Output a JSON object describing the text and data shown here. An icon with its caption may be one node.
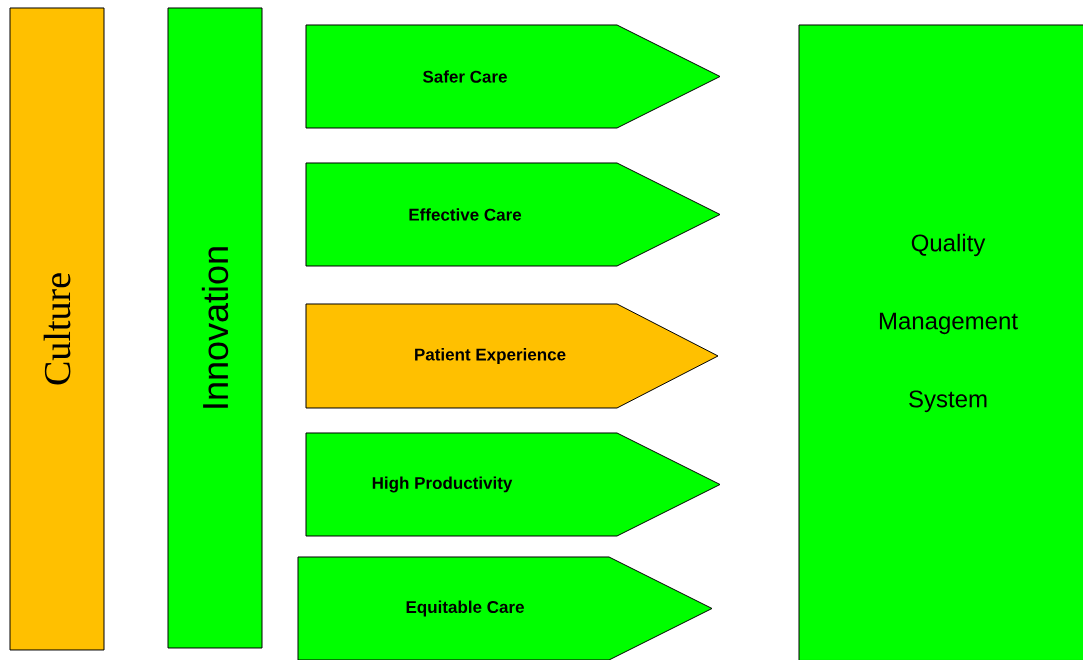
{
  "diagram": {
    "nodes": [
      {
        "text": [
          "Culture"
        ]
      },
      {
        "text": [
          "Innovation"
        ]
      },
      {
        "text": [
          "Safer Care"
        ]
      },
      {
        "text": [
          "Effective Care"
        ]
      },
      {
        "text": [
          "Patient Experience"
        ]
      },
      {
        "text": [
          "High Productivity"
        ]
      },
      {
        "text": [
          "Equitable Care"
        ]
      },
      {
        "text": [
          "Quality Management System"
        ]
      }
    ]
  }
}
